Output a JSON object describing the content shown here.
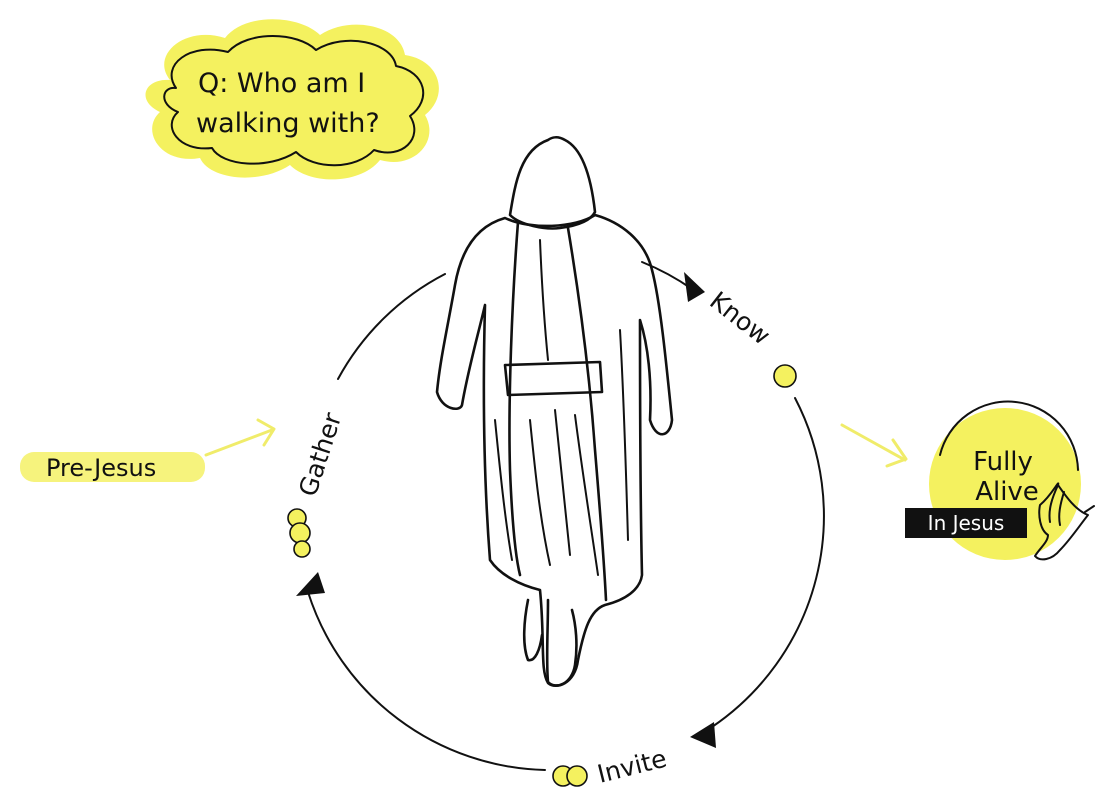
{
  "question": {
    "line1": "Q: Who am I",
    "line2": "walking with?"
  },
  "stages": {
    "gather": "Gather",
    "know": "Know",
    "invite": "Invite"
  },
  "start_label": "Pre-Jesus",
  "end_label": {
    "line1": "Fully",
    "line2": "Alive",
    "tag": "In Jesus"
  },
  "colors": {
    "highlight": "#f4f15f",
    "ink": "#111111",
    "tag_bg": "#111111"
  },
  "icons": [
    "jesus-figure-illustration",
    "dove-icon",
    "cloud-shape"
  ]
}
